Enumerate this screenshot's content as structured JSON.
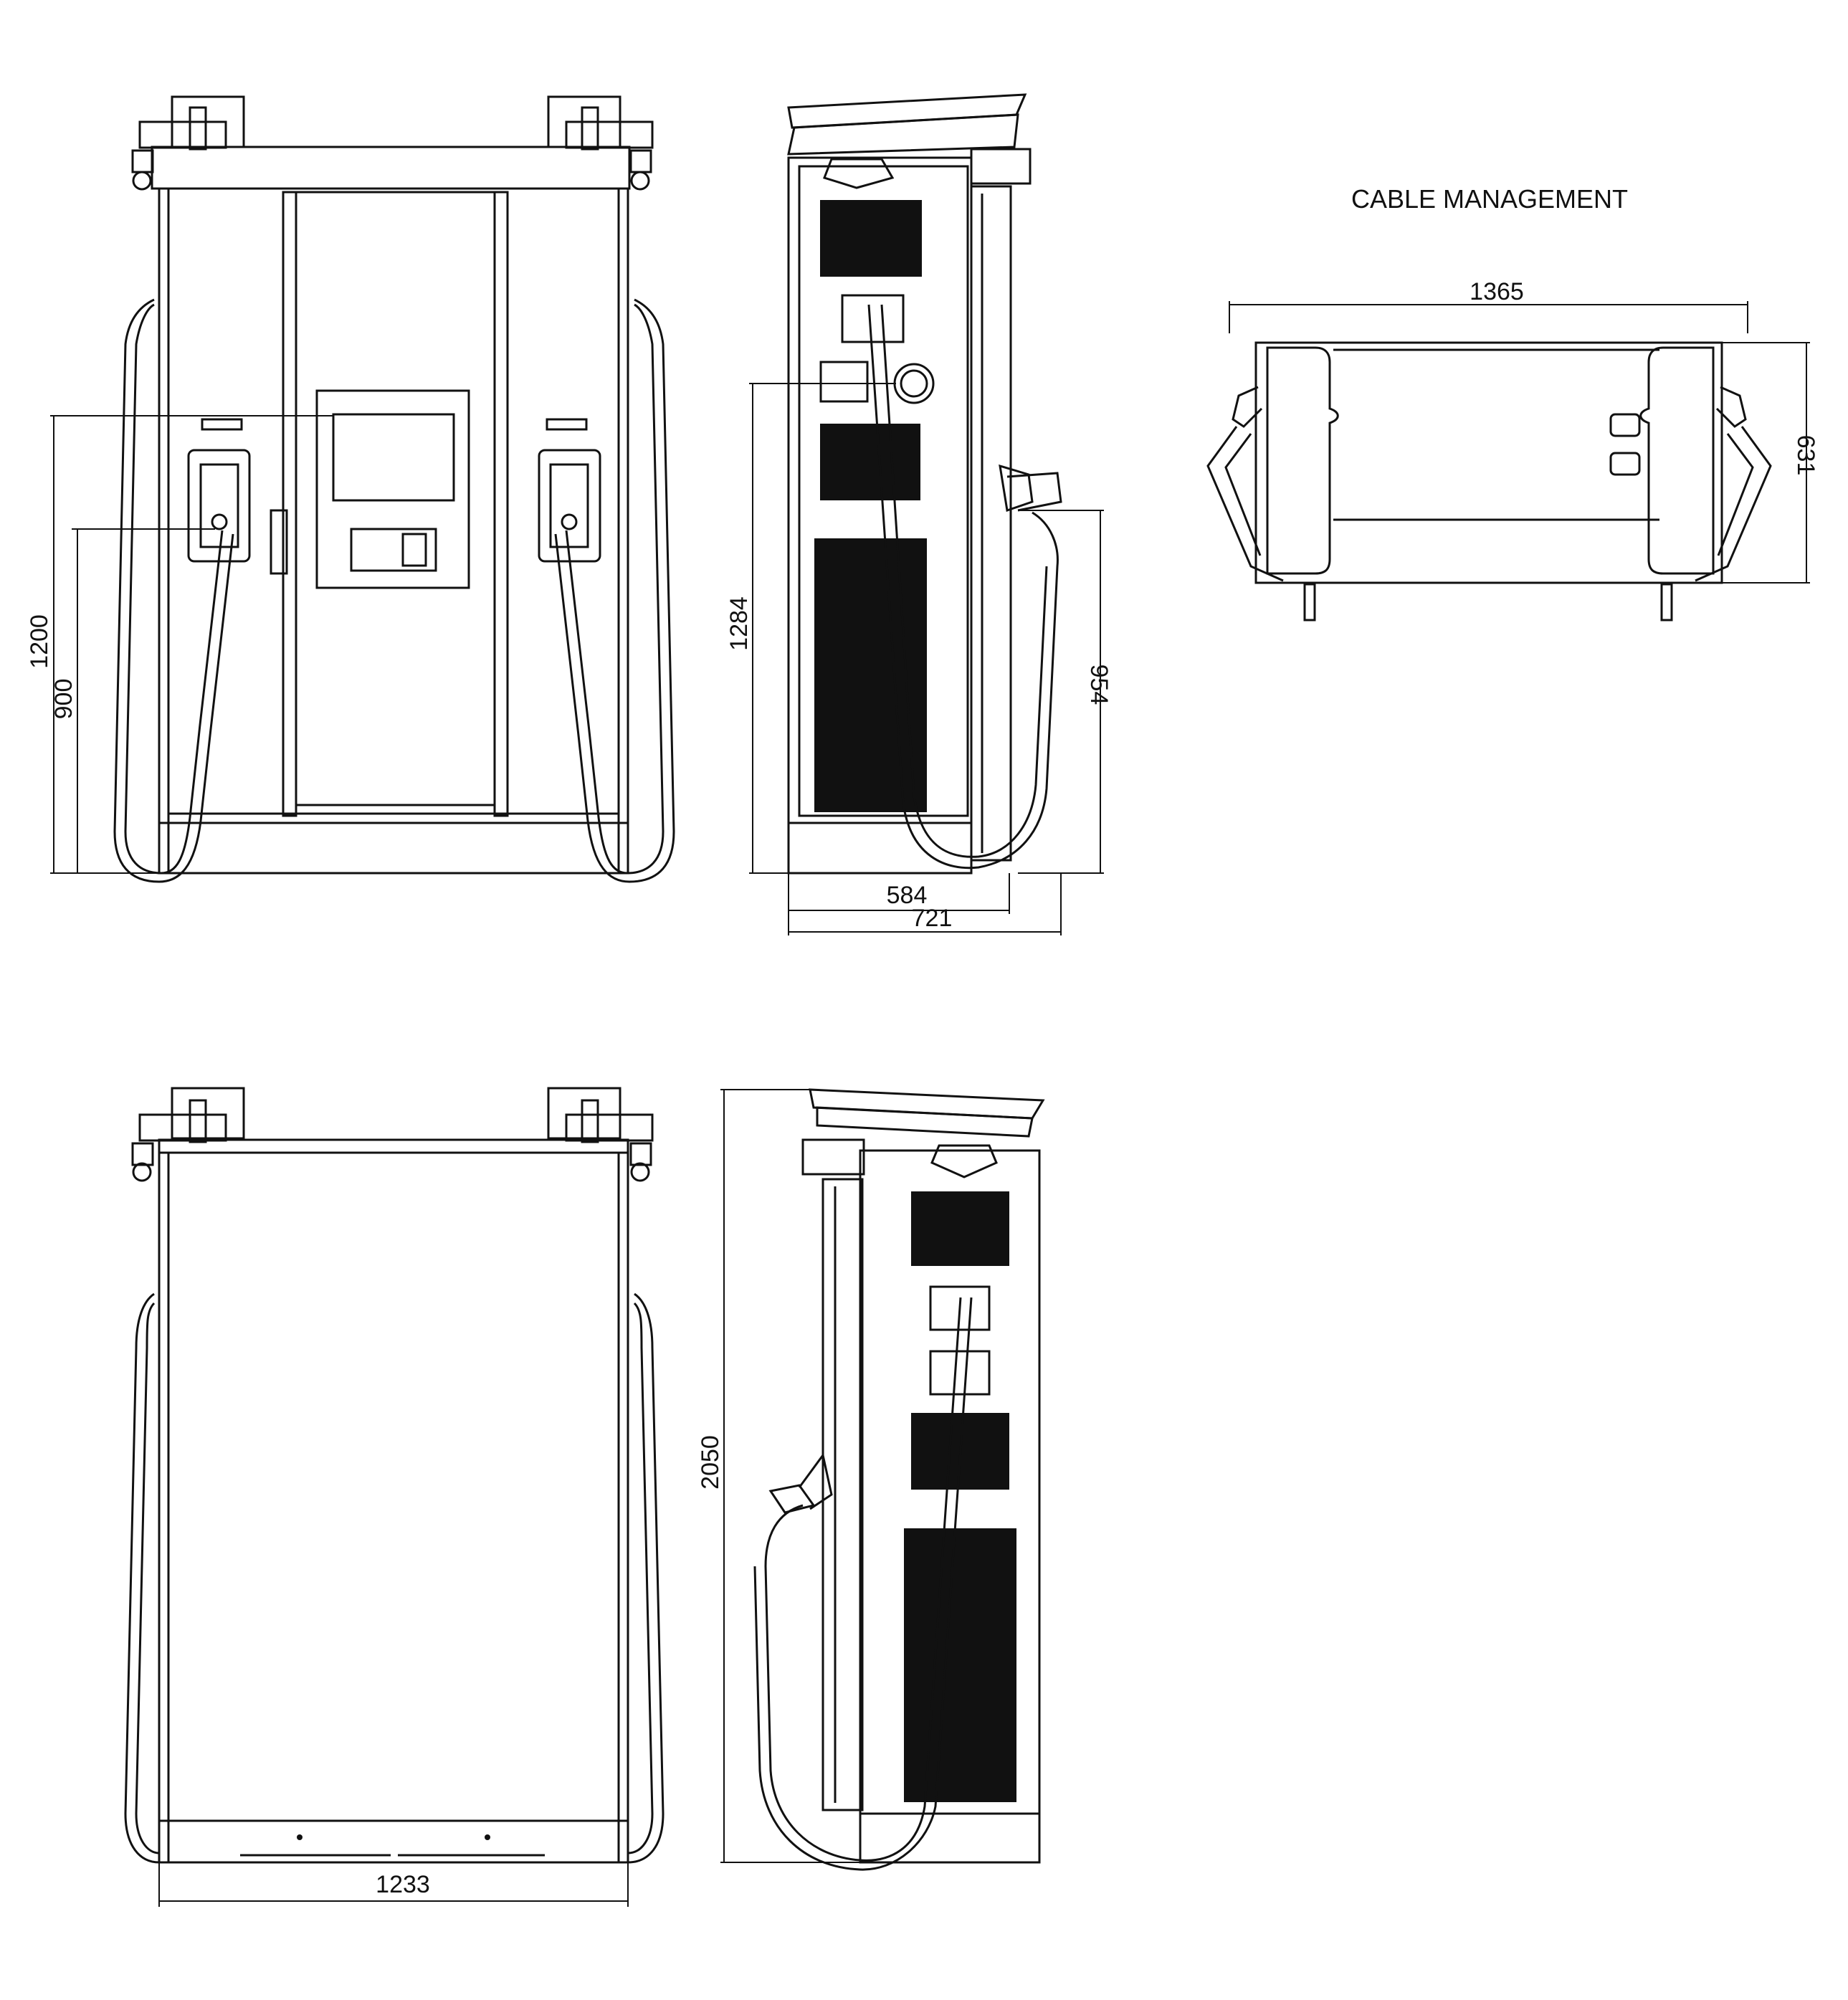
{
  "title": "CABLE MANAGEMENT",
  "dimensions": {
    "front_height": "1200",
    "front_connector_height": "900",
    "side_height": "1284",
    "side_holster_height": "954",
    "side_depth_body": "584",
    "side_depth_total": "721",
    "top_width": "1365",
    "top_depth": "631",
    "rear_width": "1233",
    "total_height": "2050"
  }
}
